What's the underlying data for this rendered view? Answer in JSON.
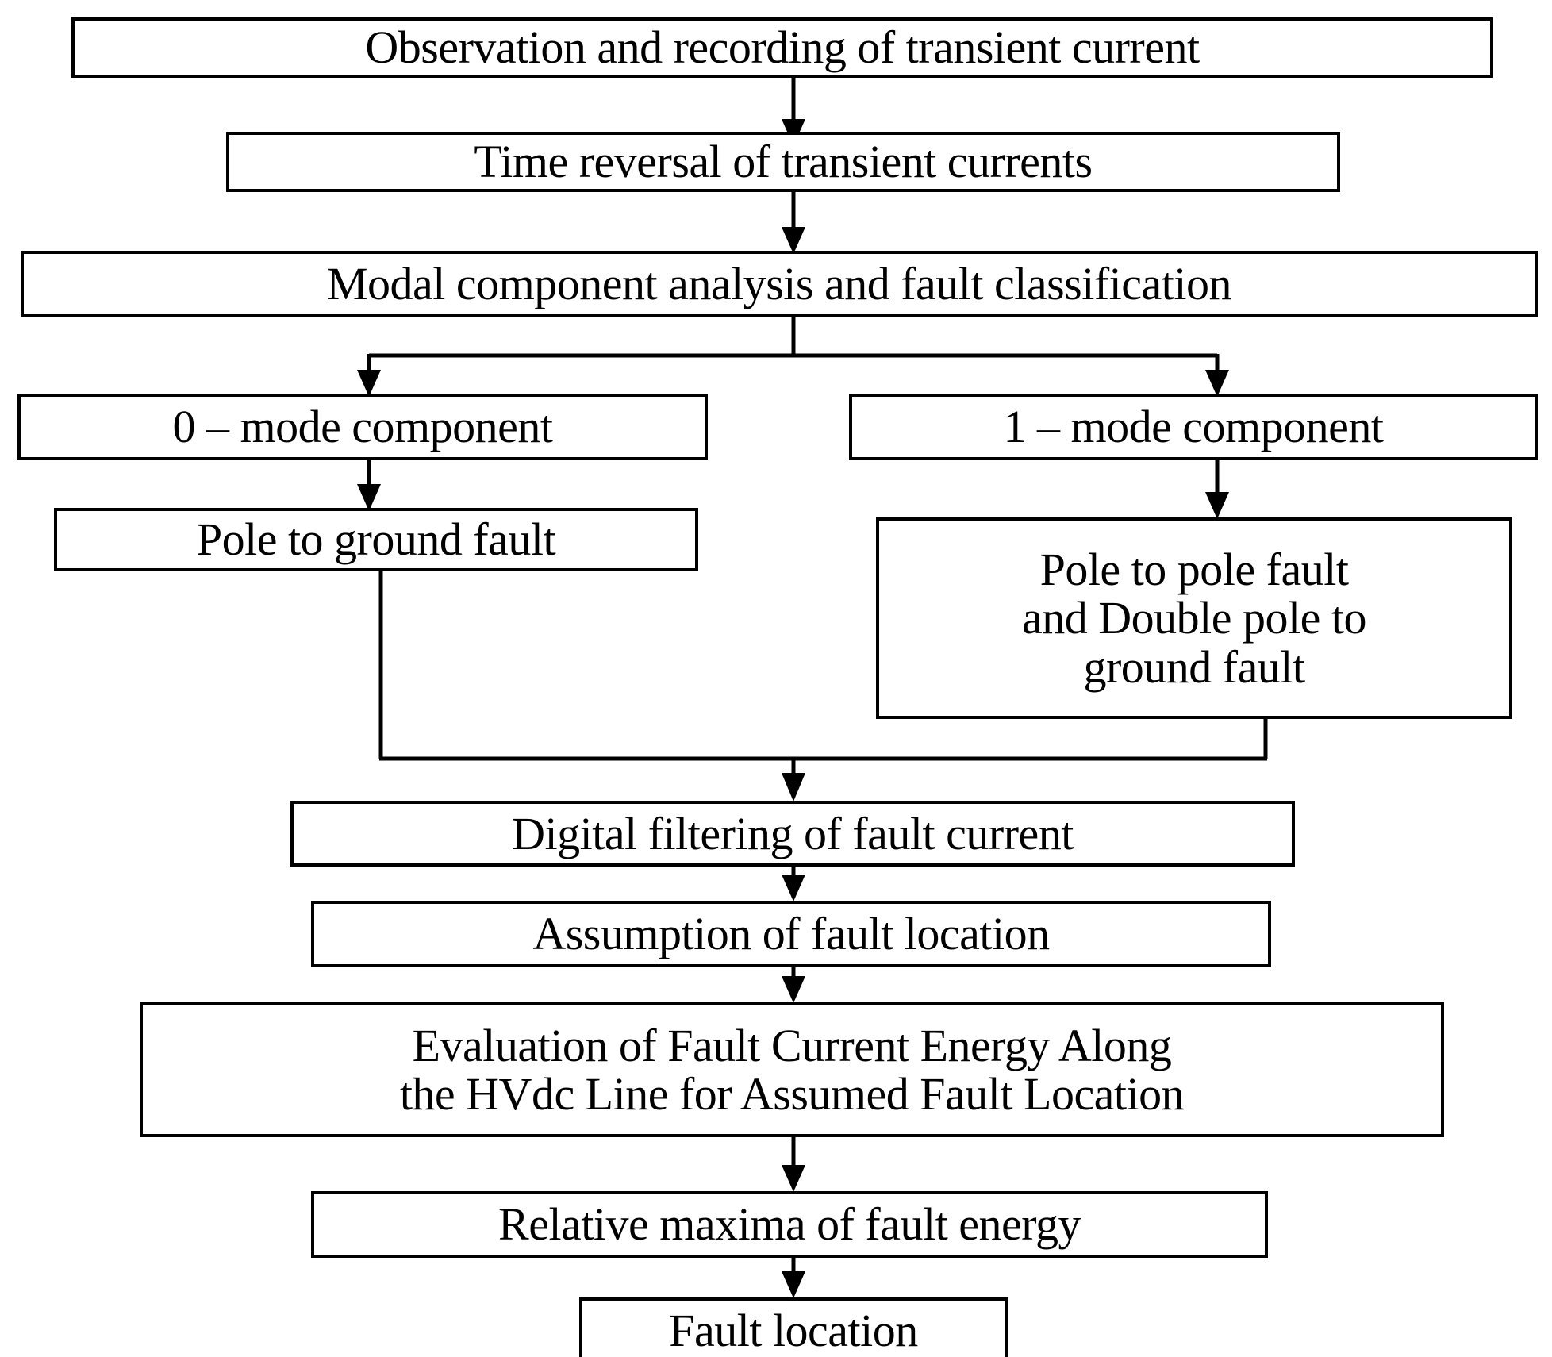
{
  "diagram": {
    "type": "flowchart",
    "title": "HVdc transient-current fault location flowchart",
    "colors": {
      "stroke": "#000000",
      "fill": "#ffffff",
      "text": "#000000"
    },
    "nodes": [
      {
        "id": "observation",
        "label": "Observation and recording of transient current"
      },
      {
        "id": "time-reversal",
        "label": "Time reversal of transient currents"
      },
      {
        "id": "modal",
        "label": "Modal component analysis and fault classification"
      },
      {
        "id": "mode0",
        "label": "0 – mode component"
      },
      {
        "id": "mode1",
        "label": "1 – mode component"
      },
      {
        "id": "pole-ground",
        "label": "Pole to ground fault"
      },
      {
        "id": "pole-pole",
        "label": "Pole to pole fault\nand Double pole to\nground fault"
      },
      {
        "id": "filtering",
        "label": "Digital filtering of fault current"
      },
      {
        "id": "assumption",
        "label": "Assumption of fault location"
      },
      {
        "id": "evaluation",
        "label": "Evaluation of Fault Current Energy Along\nthe HVdc Line for Assumed Fault Location"
      },
      {
        "id": "maxima",
        "label": "Relative maxima of fault energy"
      },
      {
        "id": "fault-loc",
        "label": "Fault location"
      }
    ],
    "edges": [
      {
        "from": "observation",
        "to": "time-reversal",
        "kind": "straight-arrow"
      },
      {
        "from": "time-reversal",
        "to": "modal",
        "kind": "straight-arrow"
      },
      {
        "from": "modal",
        "to": "mode0",
        "kind": "split-arrow"
      },
      {
        "from": "modal",
        "to": "mode1",
        "kind": "split-arrow"
      },
      {
        "from": "mode0",
        "to": "pole-ground",
        "kind": "straight-arrow"
      },
      {
        "from": "mode1",
        "to": "pole-pole",
        "kind": "straight-arrow"
      },
      {
        "from": "pole-ground",
        "to": "filtering",
        "kind": "merge-arrow"
      },
      {
        "from": "pole-pole",
        "to": "filtering",
        "kind": "merge-arrow"
      },
      {
        "from": "filtering",
        "to": "assumption",
        "kind": "straight-arrow"
      },
      {
        "from": "assumption",
        "to": "evaluation",
        "kind": "straight-arrow"
      },
      {
        "from": "evaluation",
        "to": "maxima",
        "kind": "straight-arrow"
      },
      {
        "from": "maxima",
        "to": "fault-loc",
        "kind": "straight-arrow"
      }
    ]
  }
}
